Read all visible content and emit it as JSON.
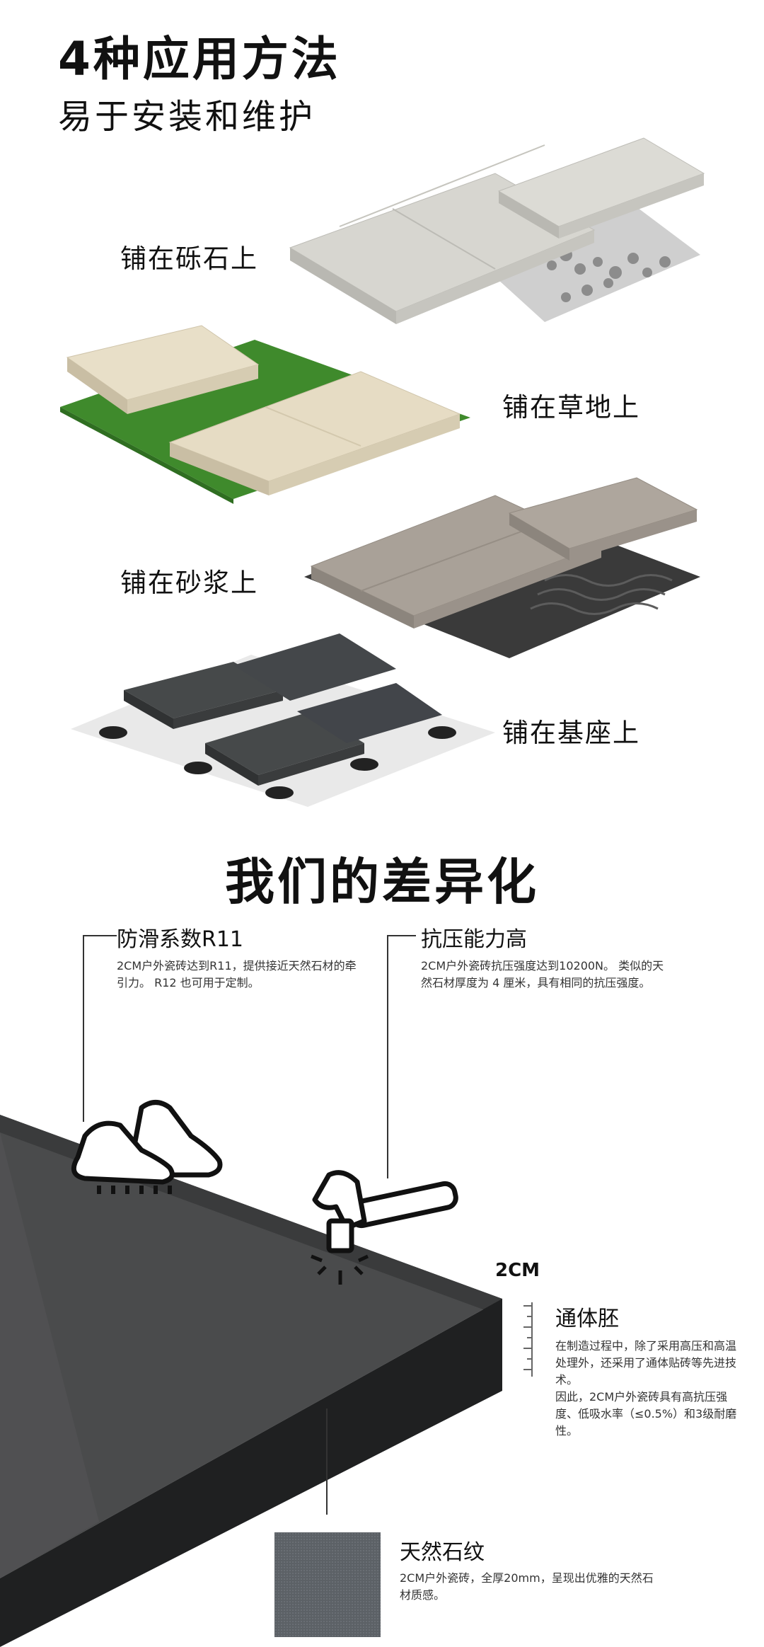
{
  "header": {
    "title": "4种应用方法",
    "subtitle": "易于安装和维护"
  },
  "methods": [
    {
      "label": "铺在砾石上"
    },
    {
      "label": "铺在草地上"
    },
    {
      "label": "铺在砂浆上"
    },
    {
      "label": "铺在基座上"
    }
  ],
  "section2": {
    "title": "我们的差异化"
  },
  "features": {
    "slip": {
      "title": "防滑系数R11",
      "desc": "2CM户外瓷砖达到R11，提供接近天然石材的牵引力。 R12 也可用于定制。"
    },
    "strength": {
      "title": "抗压能力高",
      "desc": "2CM户外瓷砖抗压强度达到10200N。 类似的天然石材厚度为 4 厘米，具有相同的抗压强度。"
    },
    "body": {
      "title": "通体胚",
      "desc1": "在制造过程中，除了采用高压和高温处理外，还采用了通体贴砖等先进技术。",
      "desc2": "因此，2CM户外瓷砖具有高抗压强度、低吸水率（≤0.5%）和3级耐磨性。"
    },
    "texture": {
      "title": "天然石纹",
      "desc": "2CM户外瓷砖，全厚20mm，呈现出优雅的天然石材质感。"
    }
  },
  "thickness_label": "2CM",
  "colors": {
    "accent_gray": "#3b3b3b",
    "grass": "#3e8a2c",
    "tile_light": "#d9d7cf",
    "tile_beige": "#e6dcc6",
    "tile_taupe": "#a79f96",
    "tile_dark": "#3c3e3f"
  }
}
